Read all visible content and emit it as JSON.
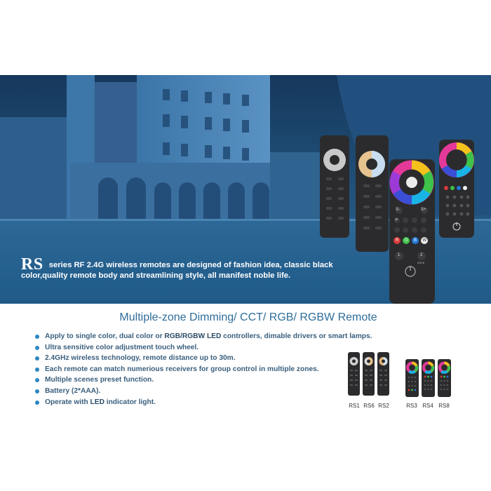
{
  "hero": {
    "series_code": "RS",
    "line1_rest": "series RF 2.4G wireless remotes are designed of fashion idea, classic black",
    "line2": "color,quality remote body and streamlining style, all manifest noble life."
  },
  "section_title": "Multiple-zone Dimming/ CCT/ RGB/ RGBW Remote",
  "features": [
    {
      "pre": "Apply to single color, dual color or ",
      "bold": "RGB/RGBW LED",
      "post": " controllers, dimable drivers or smart lamps."
    },
    {
      "pre": "Ultra sensitive color adjustment touch wheel.",
      "bold": "",
      "post": ""
    },
    {
      "pre": "2.4GHz wireless technology, remote distance up to 30m.",
      "bold": "",
      "post": ""
    },
    {
      "pre": "Each remote can match numerious receivers for group control in multiple zones.",
      "bold": "",
      "post": ""
    },
    {
      "pre": "Multiple scenes preset function.",
      "bold": "",
      "post": ""
    },
    {
      "pre": "Battery (2*AAA).",
      "bold": "",
      "post": ""
    },
    {
      "pre": "Operate with ",
      "bold": "LED",
      "post": " indicator light."
    }
  ],
  "models_left": [
    "RS1",
    "RS6",
    "RS2"
  ],
  "models_right": [
    "RS3",
    "RS4",
    "RS8"
  ],
  "remote_keys": {
    "s_plus": "S+",
    "s_minus": "S-",
    "p": "P",
    "r": "R",
    "g": "G",
    "b": "B",
    "w": "W",
    "one": "1",
    "two": "2",
    "zone": "Zone"
  },
  "colors": {
    "brand_blue": "#2e6d9a",
    "bullet": "#2a86c0",
    "remote_body": "#2b2b2d"
  },
  "icons": [
    "bullet-dot-icon",
    "power-icon",
    "color-wheel-icon",
    "cct-wheel-icon",
    "dimming-wheel-icon"
  ]
}
